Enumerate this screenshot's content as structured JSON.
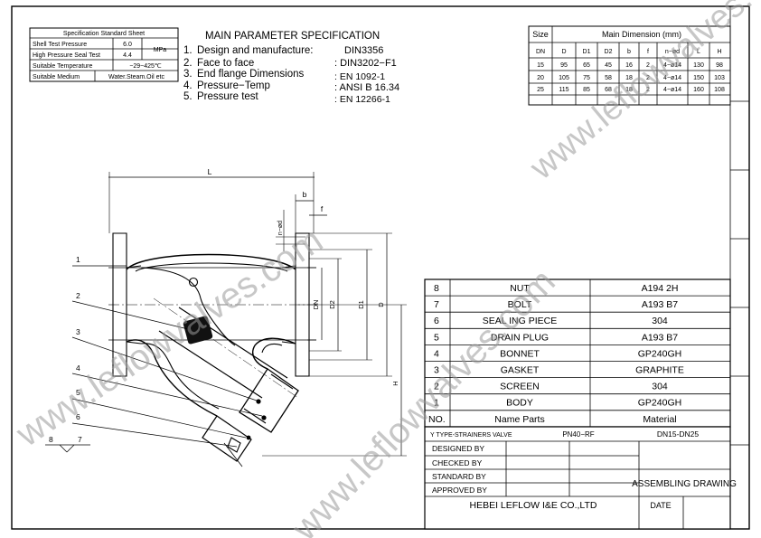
{
  "spec_sheet": {
    "title": "Specification Standard Sheet",
    "unit": "MPa",
    "rows": [
      {
        "label": "Shell Test Pressure",
        "value": "6.0"
      },
      {
        "label": "High Pressure Seal Test",
        "value": "4.4"
      },
      {
        "label": "Suitable Temperature",
        "value": "−29~425℃"
      },
      {
        "label": "Suitable Medium",
        "value": "Water.Steam.Oil etc"
      }
    ]
  },
  "main_params": {
    "title": "MAIN PARAMETER SPECIFICATION",
    "items": [
      {
        "num": "1.",
        "label": "Design and manufacture:",
        "value": "DIN3356"
      },
      {
        "num": "2.",
        "label": "Face to face",
        "value": ": DIN3202−F1"
      },
      {
        "num": "3.",
        "label": "End flange Dimensions",
        "value": ": EN 1092-1"
      },
      {
        "num": "4.",
        "label": "Pressure−Temp",
        "value": ": ANSI B 16.34"
      },
      {
        "num": "5.",
        "label": "Pressure test",
        "value": ": EN 12266-1"
      }
    ]
  },
  "dimension_table": {
    "size_label": "Size",
    "title": "Main Dimension (mm)",
    "headers": [
      "DN",
      "D",
      "D1",
      "D2",
      "b",
      "f",
      "n−ød",
      "L",
      "H"
    ],
    "rows": [
      [
        "15",
        "95",
        "65",
        "45",
        "16",
        "2",
        "4−ø14",
        "130",
        "98"
      ],
      [
        "20",
        "105",
        "75",
        "58",
        "18",
        "2",
        "4−ø14",
        "150",
        "103"
      ],
      [
        "25",
        "115",
        "85",
        "68",
        "18",
        "2",
        "4−ø14",
        "160",
        "108"
      ]
    ]
  },
  "drawing": {
    "dim_labels": {
      "L": "L",
      "b": "b",
      "f": "f",
      "nd": "n−ød",
      "DN": "DN",
      "D2": "D2",
      "D1": "D1",
      "D": "D",
      "H": "H"
    },
    "callouts": [
      "1",
      "2",
      "3",
      "4",
      "5",
      "6"
    ],
    "bottom_callouts": [
      "8",
      "7"
    ]
  },
  "parts_table": {
    "header": {
      "no": "NO.",
      "name": "Name Parts",
      "material": "Material"
    },
    "rows": [
      {
        "no": "8",
        "name": "NUT",
        "material": "A194 2H"
      },
      {
        "no": "7",
        "name": "BOLT",
        "material": "A193 B7"
      },
      {
        "no": "6",
        "name": "SEAL ING PIECE",
        "material": "304"
      },
      {
        "no": "5",
        "name": "DRAIN PLUG",
        "material": "A193 B7"
      },
      {
        "no": "4",
        "name": "BONNET",
        "material": "GP240GH"
      },
      {
        "no": "3",
        "name": "GASKET",
        "material": "GRAPHITE"
      },
      {
        "no": "2",
        "name": "SCREEN",
        "material": "304"
      },
      {
        "no": "1",
        "name": "BODY",
        "material": "GP240GH"
      }
    ]
  },
  "title_block": {
    "product": "Y TYPE-STRAINERS VALVE",
    "pressure": "PN40−RF",
    "size_range": "DN15-DN25",
    "roles": [
      "DESIGNED BY",
      "CHECKED BY",
      "STANDARD BY",
      "APPROVED BY"
    ],
    "drawing_type": "ASSEMBLING DRAWING",
    "company": "HEBEI LEFLOW I&E CO.,LTD",
    "date_label": "DATE"
  },
  "watermark": {
    "text": "www.leflowvalves.com"
  }
}
